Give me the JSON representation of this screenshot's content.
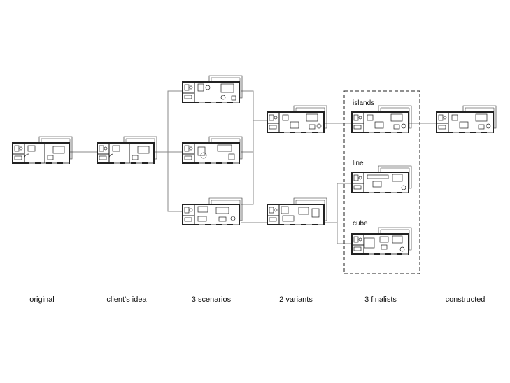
{
  "stages": [
    "original",
    "client's idea",
    "3 scenarios",
    "2 variants",
    "3 finalists",
    "constructed"
  ],
  "finalist_labels": [
    "islands",
    "line",
    "cube"
  ],
  "colors": {
    "line": "#222222",
    "connector": "#8a8a8a",
    "fill": "#ffffff"
  }
}
